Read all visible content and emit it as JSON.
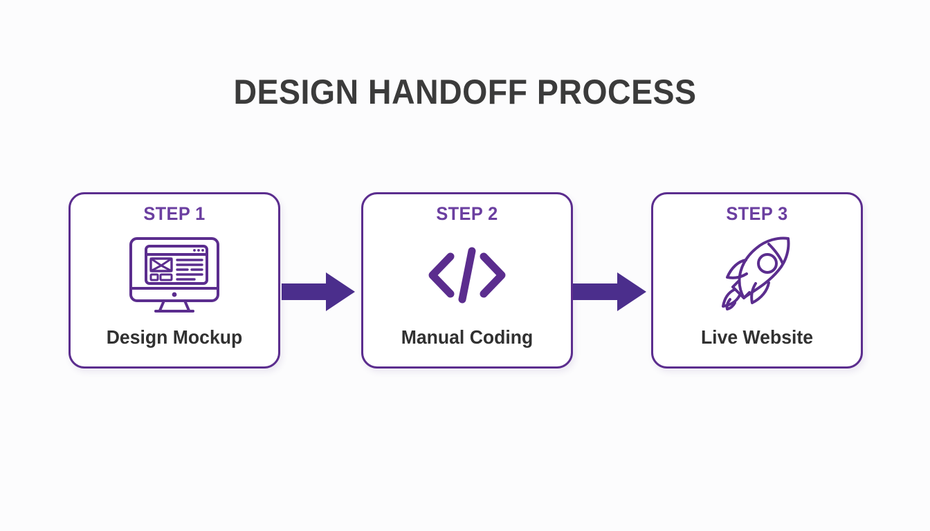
{
  "page": {
    "title": "DESIGN HANDOFF PROCESS",
    "background_color": "#fcfcfd",
    "title_color": "#3b3b3b",
    "accent_color": "#5b2d8e",
    "kicker_color": "#6b3fa0",
    "label_color": "#313131",
    "card_fill": "#ffffff"
  },
  "flow": {
    "steps": [
      {
        "kicker": "STEP 1",
        "label": "Design Mockup",
        "icon": "desktop-monitor-mockup-icon"
      },
      {
        "kicker": "STEP 2",
        "label": "Manual Coding",
        "icon": "code-brackets-icon"
      },
      {
        "kicker": "STEP 3",
        "label": "Live Website",
        "icon": "rocket-launch-icon"
      }
    ],
    "connectors": [
      {
        "icon": "arrow-right-icon",
        "color": "#4b2e8c"
      },
      {
        "icon": "arrow-right-icon",
        "color": "#4b2e8c"
      }
    ]
  }
}
